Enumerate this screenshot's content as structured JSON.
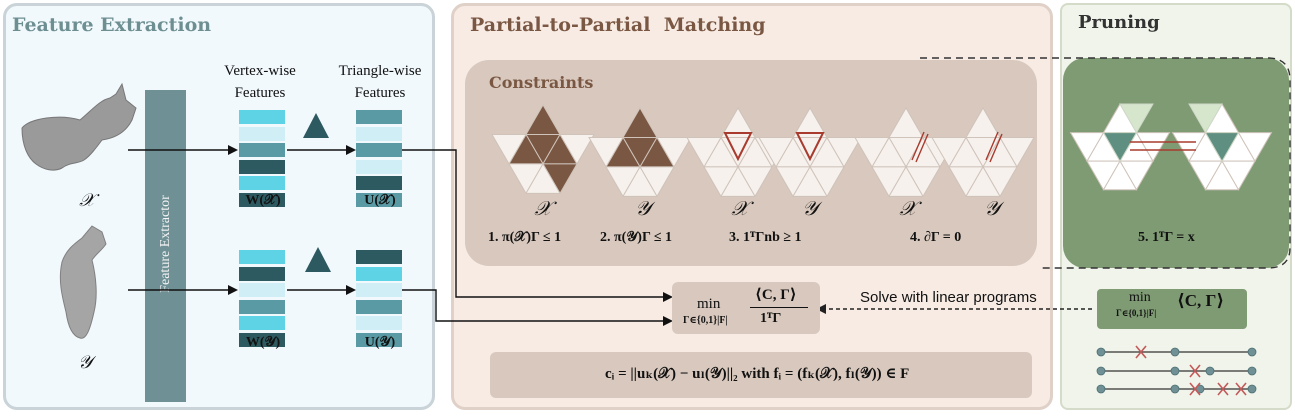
{
  "panels": {
    "feature_extraction": "Feature Extraction",
    "matching": "Partial-to-Partial  Matching",
    "pruning": "Pruning",
    "constraints": "Constraints"
  },
  "feature_extractor_label": "Feature Extractor",
  "vertex_features_label": "Vertex-wise Features",
  "triangle_features_label": "Triangle-wise Features",
  "shape_x": "𝒳",
  "shape_y": "𝒴",
  "w_x": "W(𝒳)",
  "u_x": "U(𝒳)",
  "w_y": "W(𝒴)",
  "u_y": "U(𝒴)",
  "constraints": [
    {
      "label_a": "𝒳",
      "formula": "1. π(𝒳)Γ ≤ 1"
    },
    {
      "label_a": "𝒴",
      "formula": "2. π(𝒴)Γ ≤ 1"
    },
    {
      "label_a": "𝒳",
      "label_b": "𝒴",
      "formula": "3. 1ᵀΓnb ≥ 1"
    },
    {
      "label_a": "𝒳",
      "label_b": "𝒴",
      "formula": "4. ∂Γ = 0"
    }
  ],
  "pruning_formula": "5. 1ᵀΓ = x",
  "objective": {
    "min": "min",
    "sub": "Γ∈{0,1}|F|",
    "num": "⟨C, Γ⟩",
    "den": "1ᵀΓ"
  },
  "solve_text": "Solve with linear programs",
  "pruned_objective": {
    "min": "min",
    "sub": "Γ∈{0,1}|F|",
    "expr": "⟨C, Γ⟩"
  },
  "cost_formula": "cᵢ = ||uₖ(𝒳) − uₗ(𝒴)||₂ with fᵢ = (fₖ(𝒳), fₗ(𝒴)) ∈ F",
  "colors": {
    "fe_bg": "#f1f9fd",
    "match_bg": "#f7ebe4",
    "prune_bg": "#f0f4ea",
    "constraint_bg": "#d8c8bd",
    "dark_brown": "#7a5743",
    "green_tile": "#7f9b74",
    "extractor": "#6f9196",
    "feat_light": "#cfeef6",
    "feat_cyan": "#5fd3e6",
    "feat_dark": "#2d5a60",
    "feat_teal": "#5a9aa4"
  }
}
